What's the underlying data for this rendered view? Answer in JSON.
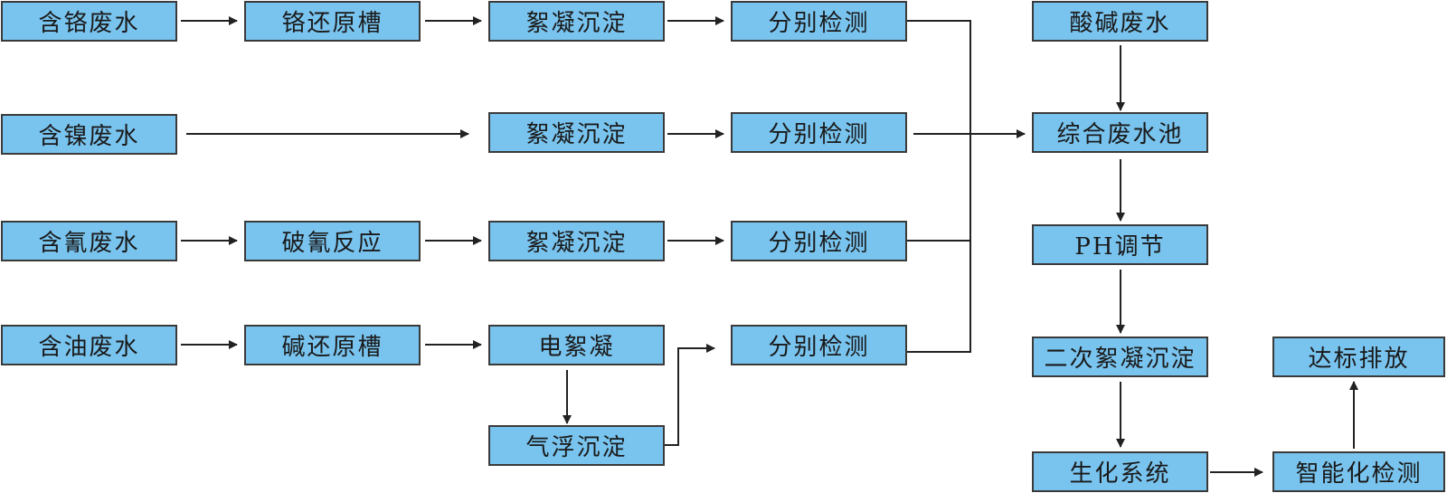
{
  "colors": {
    "box_fill": "#79c4ef",
    "box_border": "#3a3a3a",
    "line": "#222222"
  },
  "nodes": {
    "cr_wastewater": "含铬废水",
    "cr_reduction_tank": "铬还原槽",
    "floc_sed_1": "絮凝沉淀",
    "detect_1": "分别检测",
    "ni_wastewater": "含镍废水",
    "floc_sed_2": "絮凝沉淀",
    "detect_2": "分别检测",
    "cn_wastewater": "含氰废水",
    "cn_breaking": "破氰反应",
    "floc_sed_3": "絮凝沉淀",
    "detect_3": "分别检测",
    "oil_wastewater": "含油废水",
    "alkali_reduction_tank": "碱还原槽",
    "electro_floc": "电絮凝",
    "air_float_sed": "气浮沉淀",
    "detect_4": "分别检测",
    "acid_alkali_wastewater": "酸碱废水",
    "combined_pool": "综合废水池",
    "ph_adjust": "PH调节",
    "secondary_floc_sed": "二次絮凝沉淀",
    "bio_system": "生化系统",
    "smart_detect": "智能化检测",
    "discharge": "达标排放"
  }
}
